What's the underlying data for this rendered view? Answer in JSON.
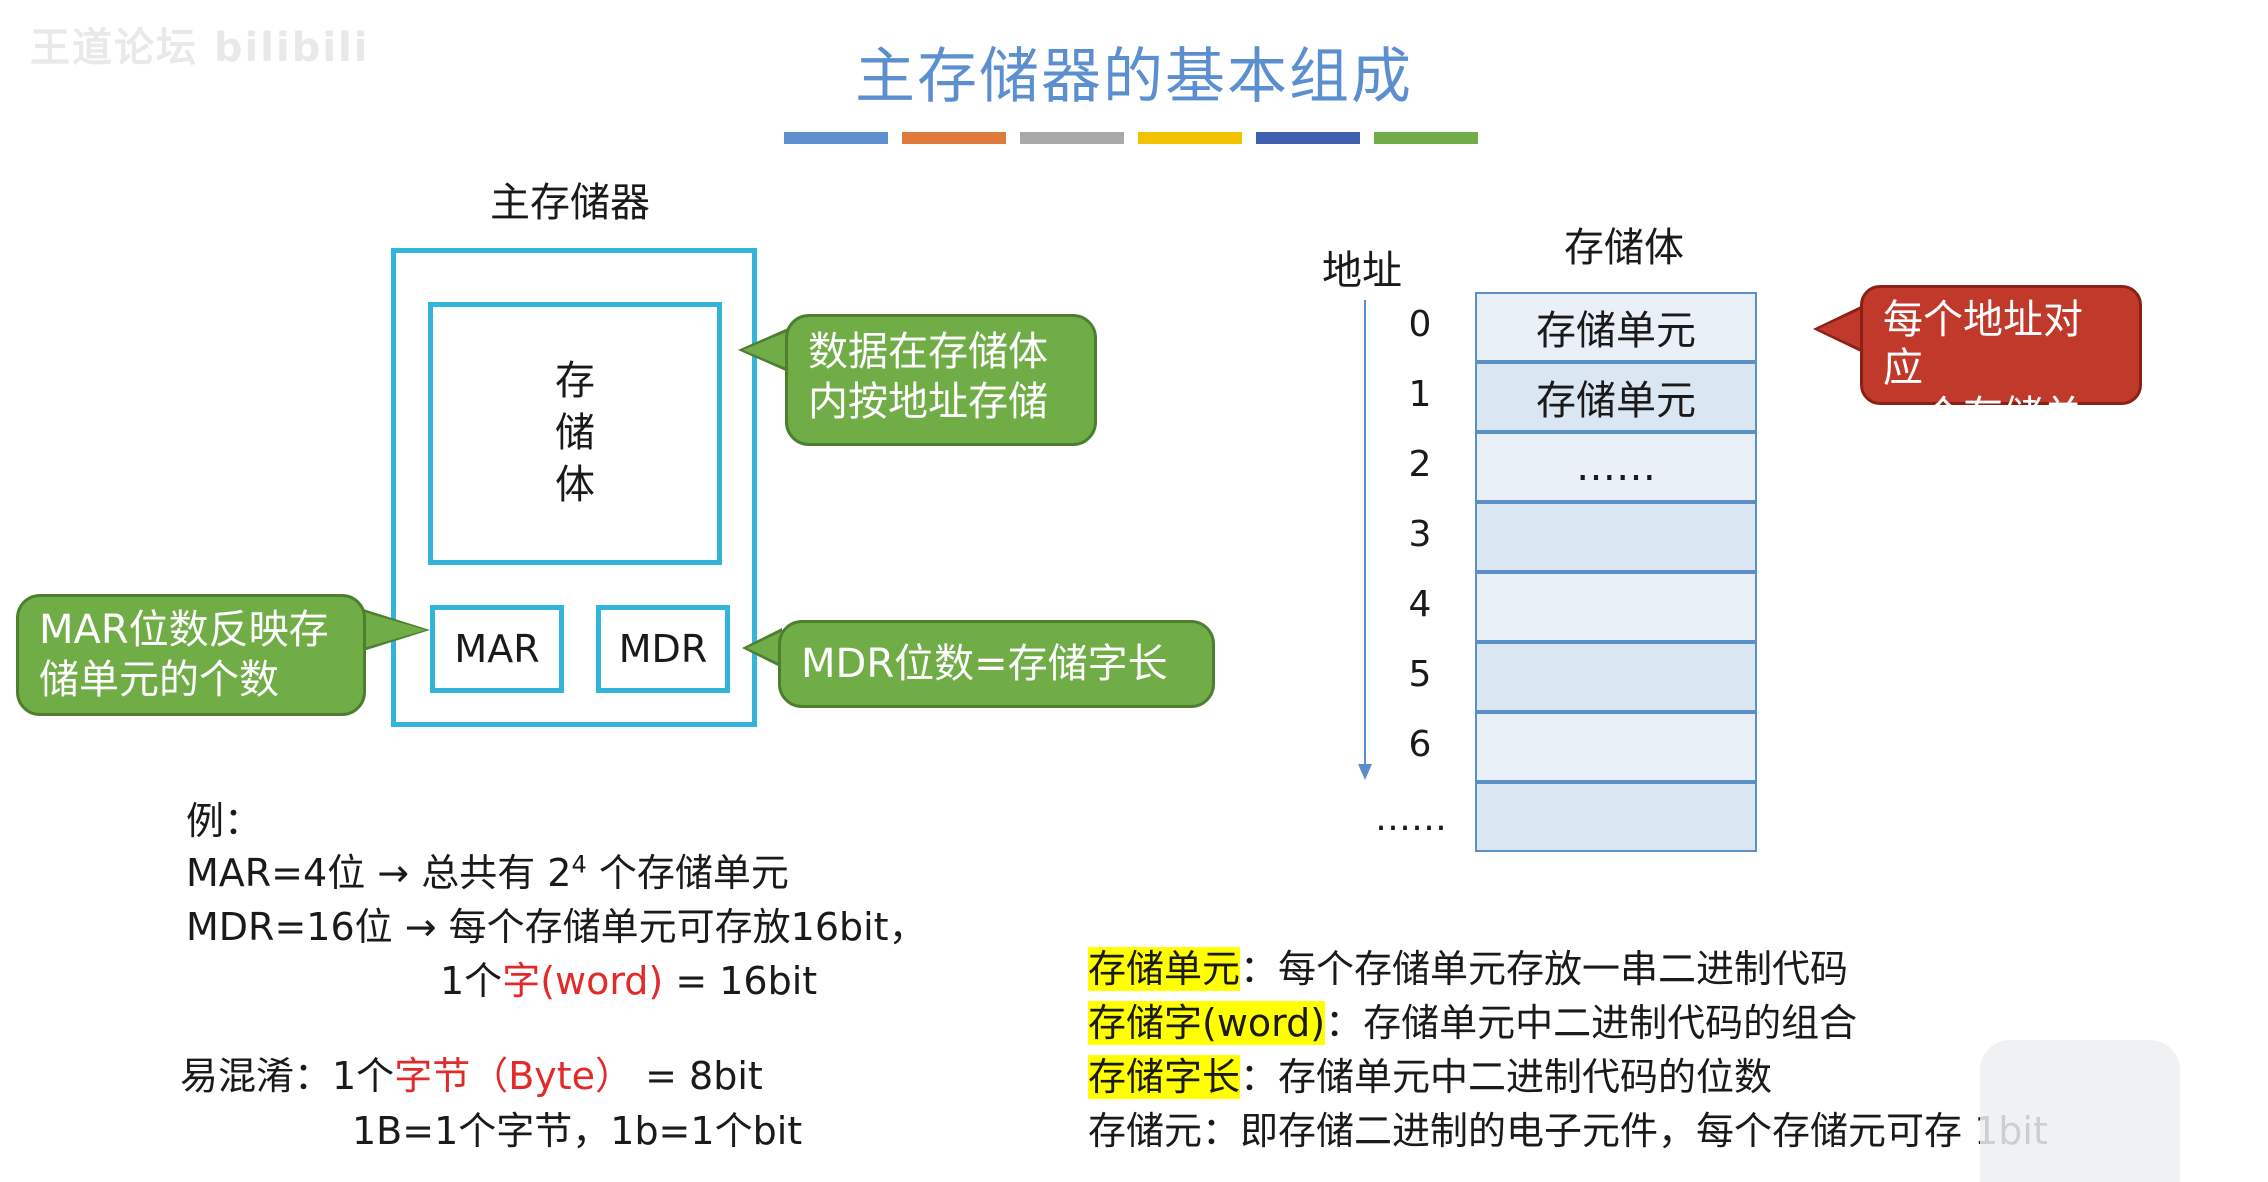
{
  "watermark": "王道论坛 bilibili",
  "title": "主存储器的基本组成",
  "title_bar_colors": [
    "#5b8fd0",
    "#e07a3a",
    "#a8a8a8",
    "#f2c200",
    "#3f5fb0",
    "#71ad47"
  ],
  "main_memory": {
    "label": "主存储器",
    "storage_body_chars": [
      "存",
      "储",
      "体"
    ],
    "mar": "MAR",
    "mdr": "MDR"
  },
  "callouts": {
    "storage": [
      "数据在存储体",
      "内按地址存储"
    ],
    "mar": [
      "MAR位数反映存",
      "储单元的个数"
    ],
    "mdr": "MDR位数=存储字长",
    "address": [
      "每个地址对应",
      "一个存储单元"
    ]
  },
  "storage_table": {
    "address_label": "地址",
    "body_label": "存储体",
    "addresses": [
      "0",
      "1",
      "2",
      "3",
      "4",
      "5",
      "6",
      "……"
    ],
    "cells": [
      "存储单元",
      "存储单元",
      "……",
      "",
      "",
      "",
      "",
      ""
    ]
  },
  "example": {
    "title": "例：",
    "line1_prefix": "MAR=4位 → 总共有 2",
    "line1_sup": "4",
    "line1_suffix": " 个存储单元",
    "line2": "MDR=16位 → 每个存储单元可存放16bit，",
    "line3_prefix": "1个",
    "line3_red": "字(word)",
    "line3_suffix": " = 16bit",
    "line4_prefix": "易混淆：1个",
    "line4_red": "字节（Byte）",
    "line4_suffix": " = 8bit",
    "line5": "1B=1个字节，1b=1个bit"
  },
  "definitions": [
    {
      "term": "存储单元",
      "highlight": true,
      "text": "：每个存储单元存放一串二进制代码"
    },
    {
      "term": "存储字(word)",
      "highlight": true,
      "text": "：存储单元中二进制代码的组合"
    },
    {
      "term": "存储字长",
      "highlight": true,
      "text": "：存储单元中二进制代码的位数"
    },
    {
      "term": "存储元",
      "highlight": false,
      "text": "：即存储二进制的电子元件，每个存储元可存 1bit"
    }
  ]
}
